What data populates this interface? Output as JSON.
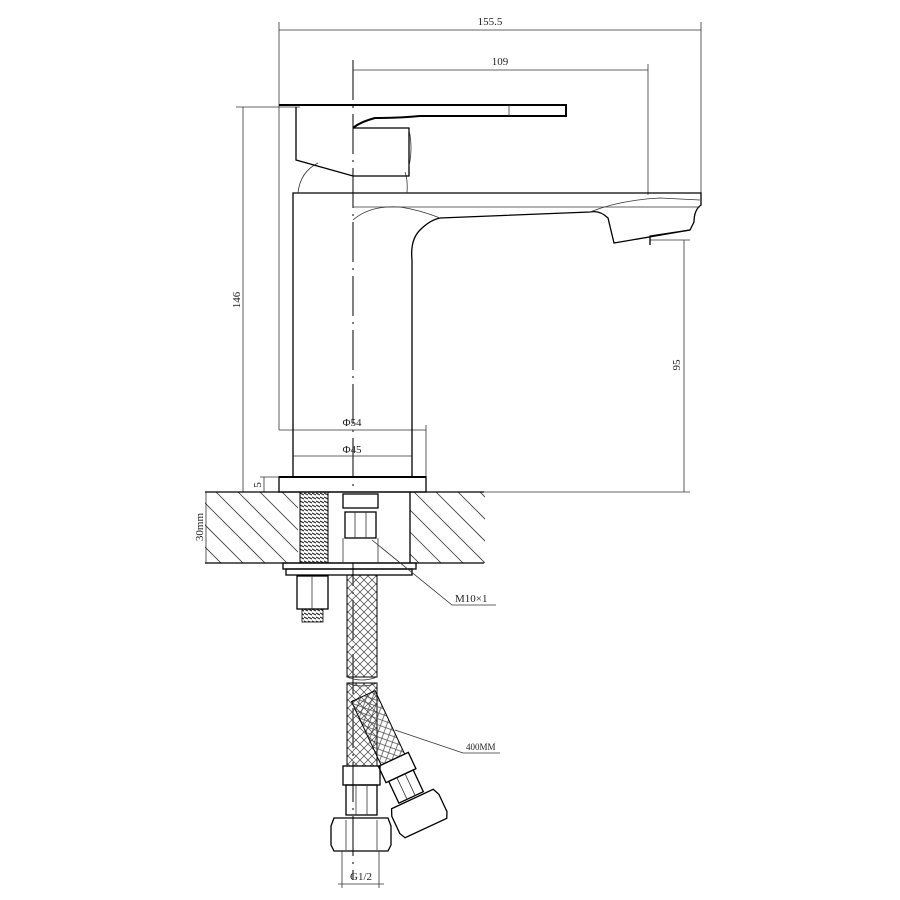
{
  "drawing": {
    "dimensions": {
      "overall_length": "155.5",
      "spout_reach": "109",
      "overall_height": "146",
      "spout_height": "95",
      "base_diameter": "Φ54",
      "body_diameter": "Φ45",
      "base_thickness": "5",
      "counter_thickness": "30mm",
      "thread_size": "M10×1",
      "hose_length": "400MM",
      "connector_size": "G1/2"
    },
    "colors": {
      "line": "#000000",
      "background": "#ffffff"
    }
  }
}
